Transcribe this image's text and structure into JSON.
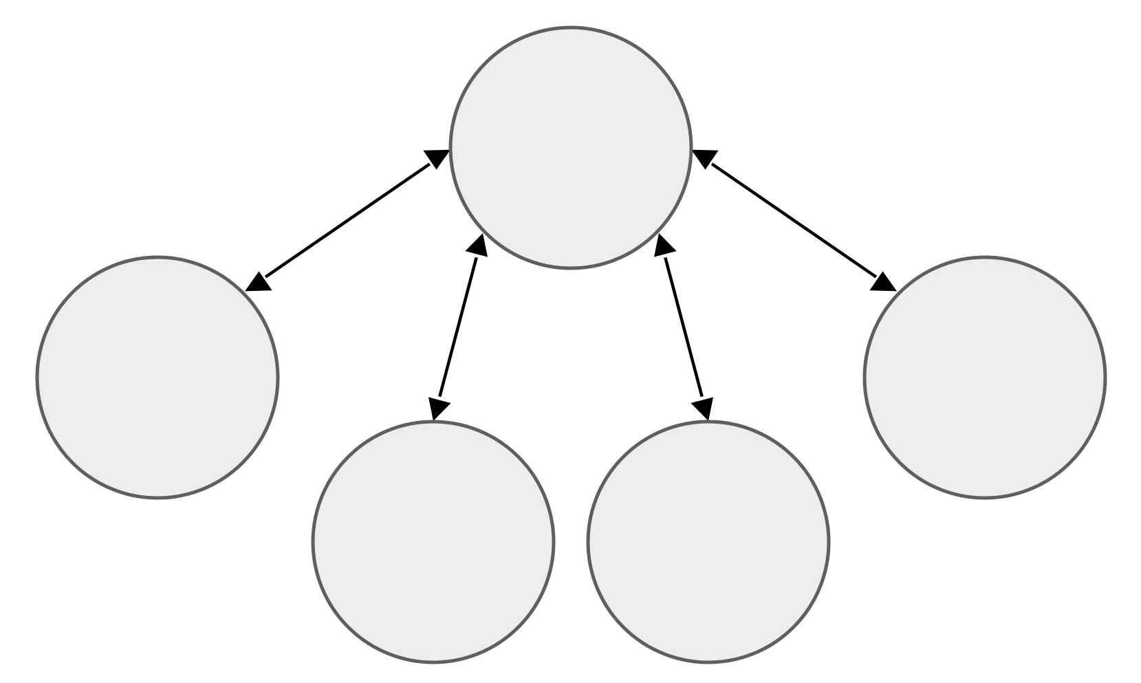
{
  "diagram": {
    "style": {
      "node_fill": "#EDEDED",
      "node_stroke": "#5F5F5F",
      "edge_color": "#000000",
      "background": "#FFFFFF"
    },
    "nodes": [
      {
        "id": "center",
        "label": ""
      },
      {
        "id": "left",
        "label": ""
      },
      {
        "id": "bottom-left",
        "label": ""
      },
      {
        "id": "bottom-right",
        "label": ""
      },
      {
        "id": "right",
        "label": ""
      }
    ],
    "edges": [
      {
        "from": "center",
        "to": "left",
        "direction": "both"
      },
      {
        "from": "center",
        "to": "bottom-left",
        "direction": "both"
      },
      {
        "from": "center",
        "to": "bottom-right",
        "direction": "both"
      },
      {
        "from": "center",
        "to": "right",
        "direction": "both"
      }
    ]
  }
}
